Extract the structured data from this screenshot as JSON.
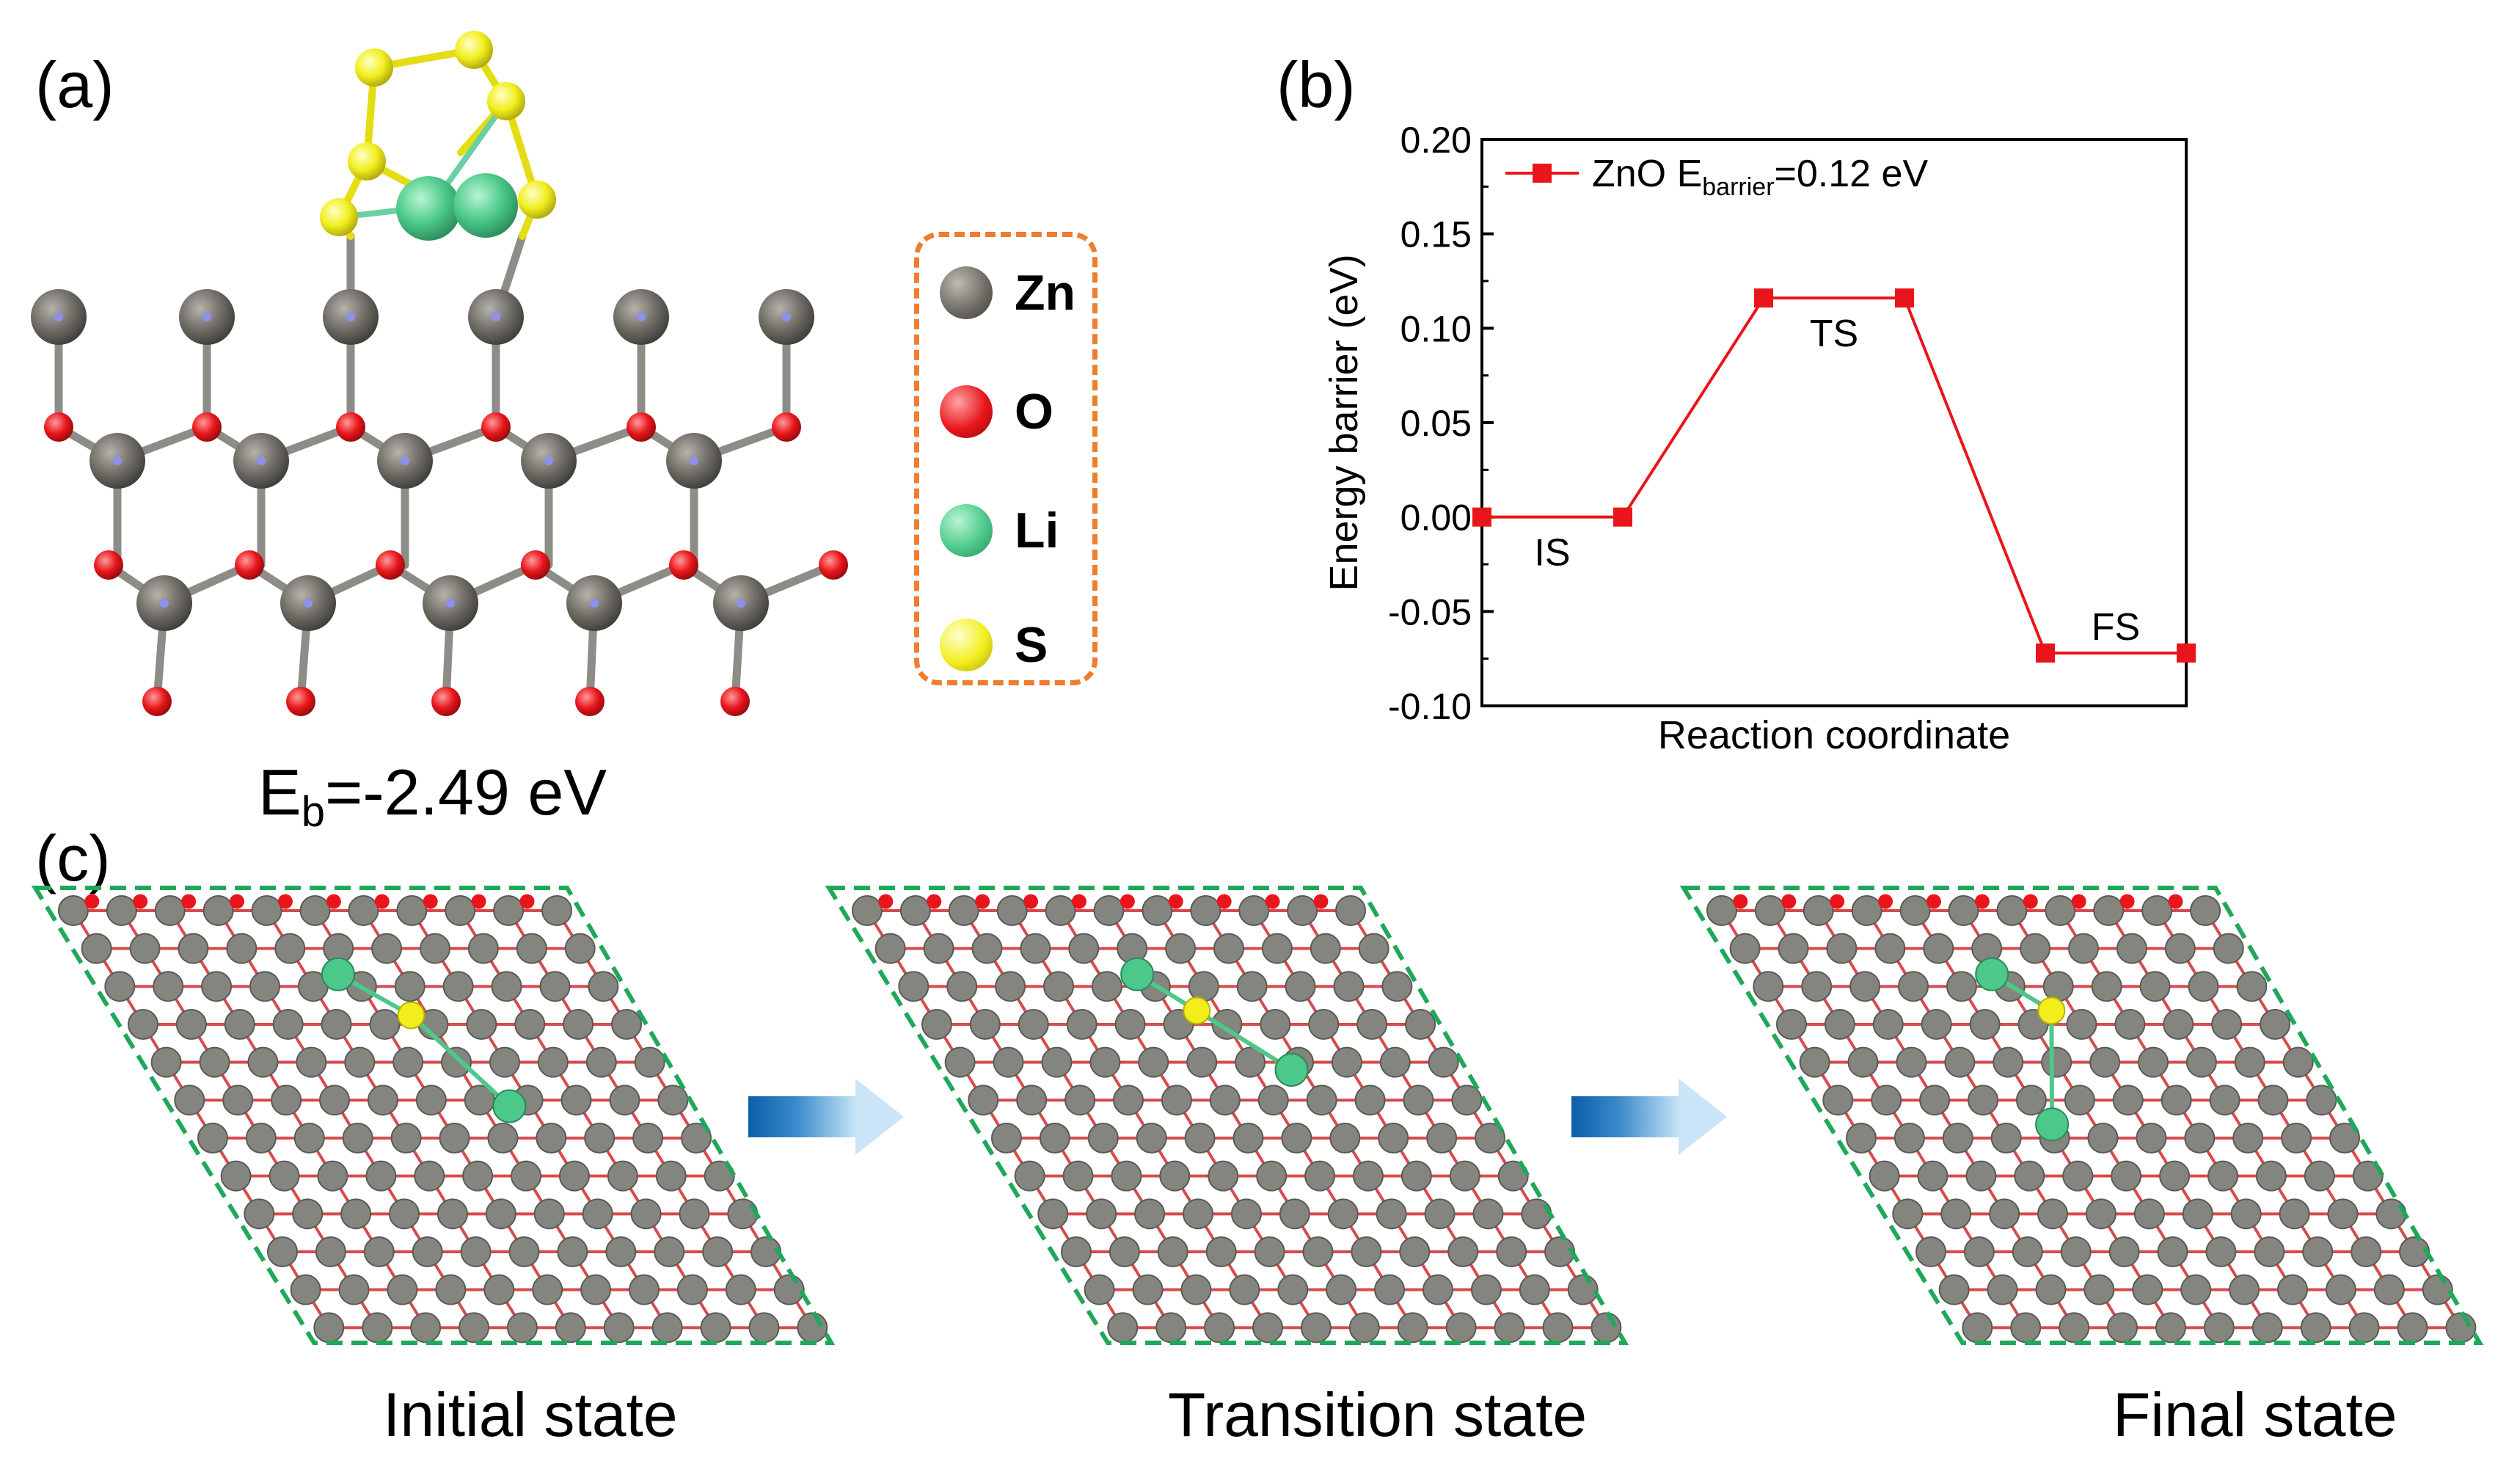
{
  "panels": {
    "a": "(a)",
    "b": "(b)",
    "c": "(c)"
  },
  "panel_a": {
    "binding_energy_main": "E",
    "binding_energy_sub": "b",
    "binding_energy_value": "=-2.49 eV",
    "legend": [
      {
        "label": "Zn",
        "color": "#6f6d66"
      },
      {
        "label": "O",
        "color": "#e8161b"
      },
      {
        "label": "Li",
        "color": "#4cc98a"
      },
      {
        "label": "S",
        "color": "#f2ee1d"
      }
    ]
  },
  "chart_data": {
    "type": "line",
    "xlabel": "Reaction coordinate",
    "ylabel": "Energy barrier (eV)",
    "ylim": [
      -0.1,
      0.2
    ],
    "yticks": [
      "-0.10",
      "-0.05",
      "0.00",
      "0.05",
      "0.10",
      "0.15",
      "0.20"
    ],
    "series": [
      {
        "name_main": "ZnO E",
        "name_sub": "barrier",
        "name_tail": "=0.12 eV",
        "color": "#e8161b",
        "x": [
          0,
          1,
          2,
          3,
          4,
          5
        ],
        "values": [
          0.0,
          0.0,
          0.116,
          0.116,
          -0.072,
          -0.072
        ]
      }
    ],
    "annotations": [
      "IS",
      "TS",
      "FS"
    ],
    "legend_position": "top-left"
  },
  "panel_c": {
    "states": [
      "Initial state",
      "Transition state",
      "Final state"
    ],
    "frame_color": "#1fa85a",
    "arrow_color": "#1a6fb5"
  }
}
